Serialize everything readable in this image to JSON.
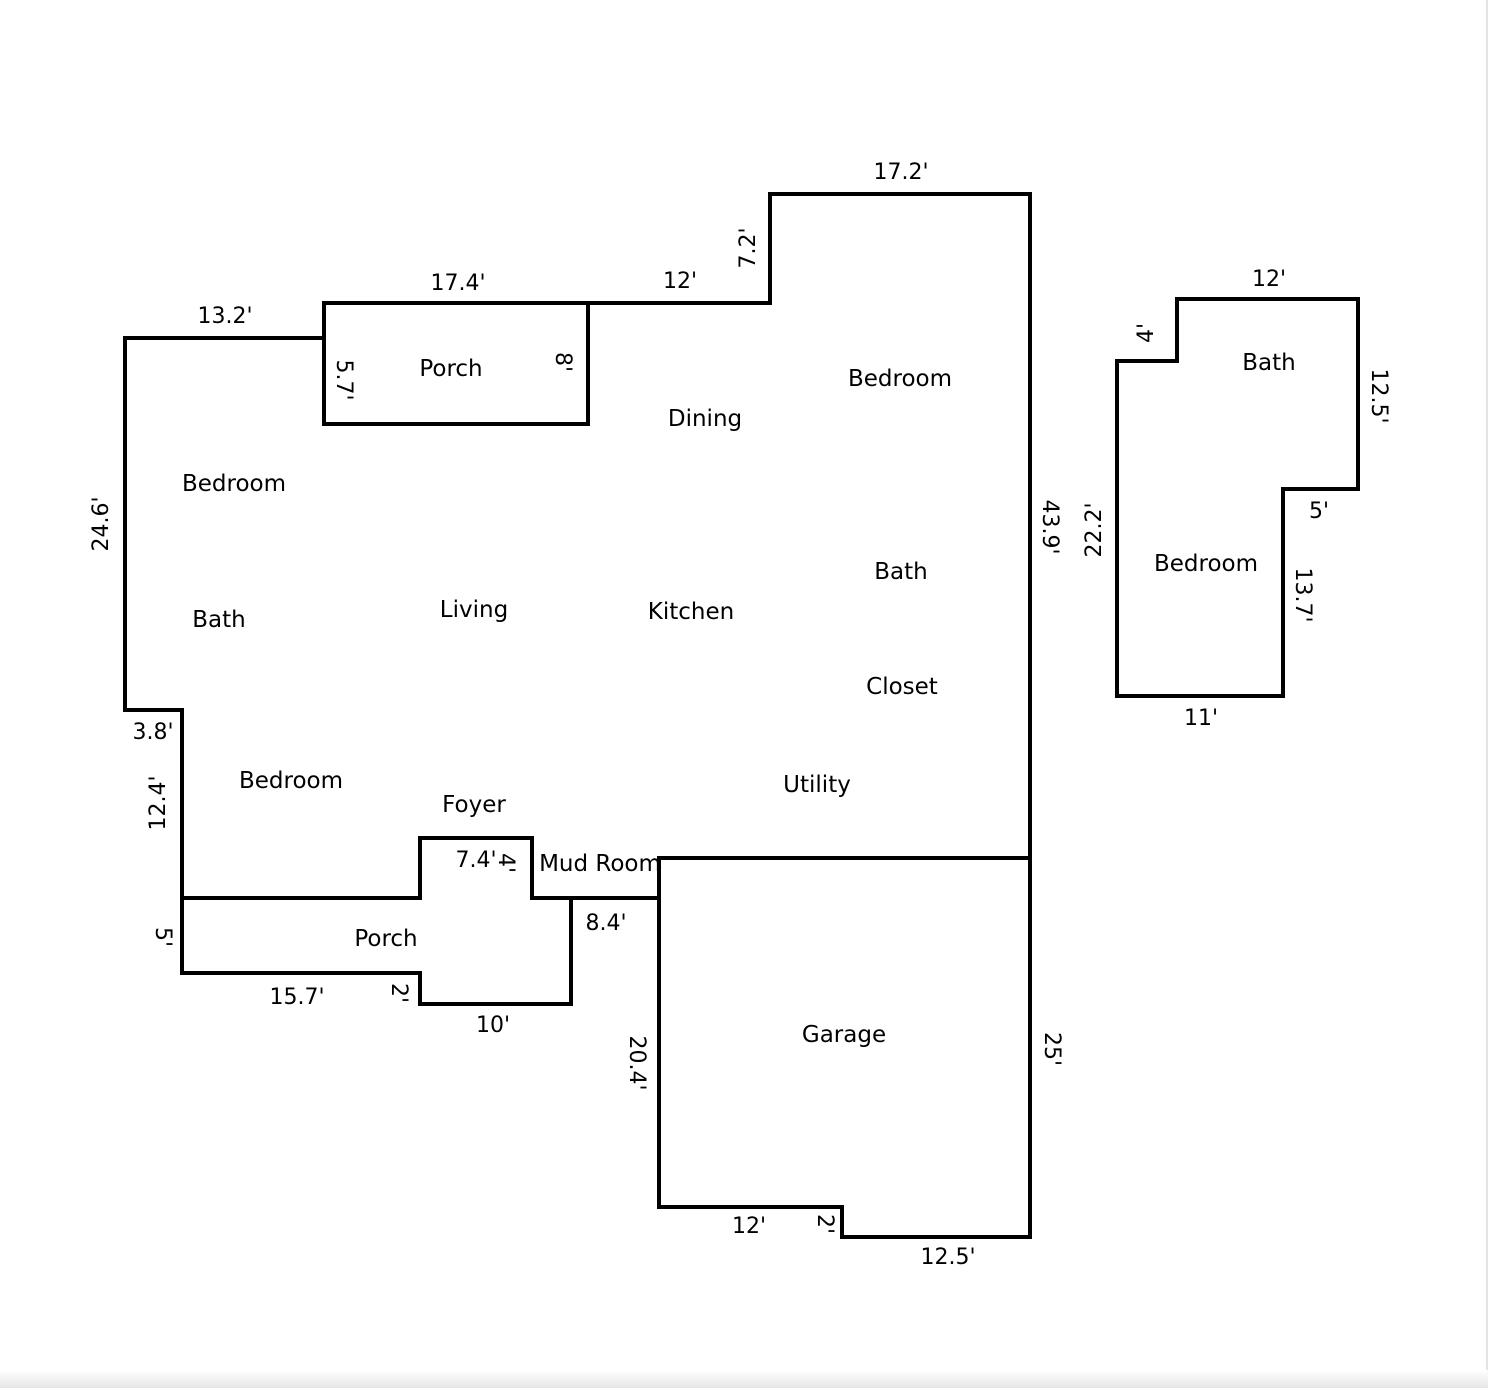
{
  "floorplan": {
    "rooms": {
      "porch_top": "Porch",
      "dining": "Dining",
      "bedroom_ne": "Bedroom",
      "bedroom_nw": "Bedroom",
      "bath_w": "Bath",
      "living": "Living",
      "kitchen": "Kitchen",
      "bath_e": "Bath",
      "closet": "Closet",
      "bedroom_sw": "Bedroom",
      "foyer": "Foyer",
      "utility": "Utility",
      "mud_room": "Mud Room",
      "porch_bottom": "Porch",
      "garage": "Garage",
      "annex_bath": "Bath",
      "annex_bedroom": "Bedroom"
    },
    "dimensions": {
      "top_right": "17.2'",
      "step_72": "7.2'",
      "porch_top_width": "17.4'",
      "segment_12": "12'",
      "top_left": "13.2'",
      "porch_left": "5.7'",
      "porch_right": "8'",
      "west_wall": "24.6'",
      "east_wall": "43.9'",
      "notch_38": "3.8'",
      "west_lower": "12.4'",
      "foyer_width": "7.4'",
      "foyer_step": "4'",
      "porch_bottom_left": "5'",
      "porch_bottom_width": "15.7'",
      "porch_bottom_step": "2'",
      "porch_bottom_tab": "10'",
      "mudroom_width": "8.4'",
      "garage_west": "20.4'",
      "garage_east": "25'",
      "garage_bottom_left": "12'",
      "garage_step": "2'",
      "garage_bottom_right": "12.5'",
      "annex_top": "12'",
      "annex_notch": "4'",
      "annex_right": "12.5'",
      "annex_west": "22.2'",
      "annex_step": "5'",
      "annex_right_lower": "13.7'",
      "annex_bottom": "11'"
    }
  }
}
